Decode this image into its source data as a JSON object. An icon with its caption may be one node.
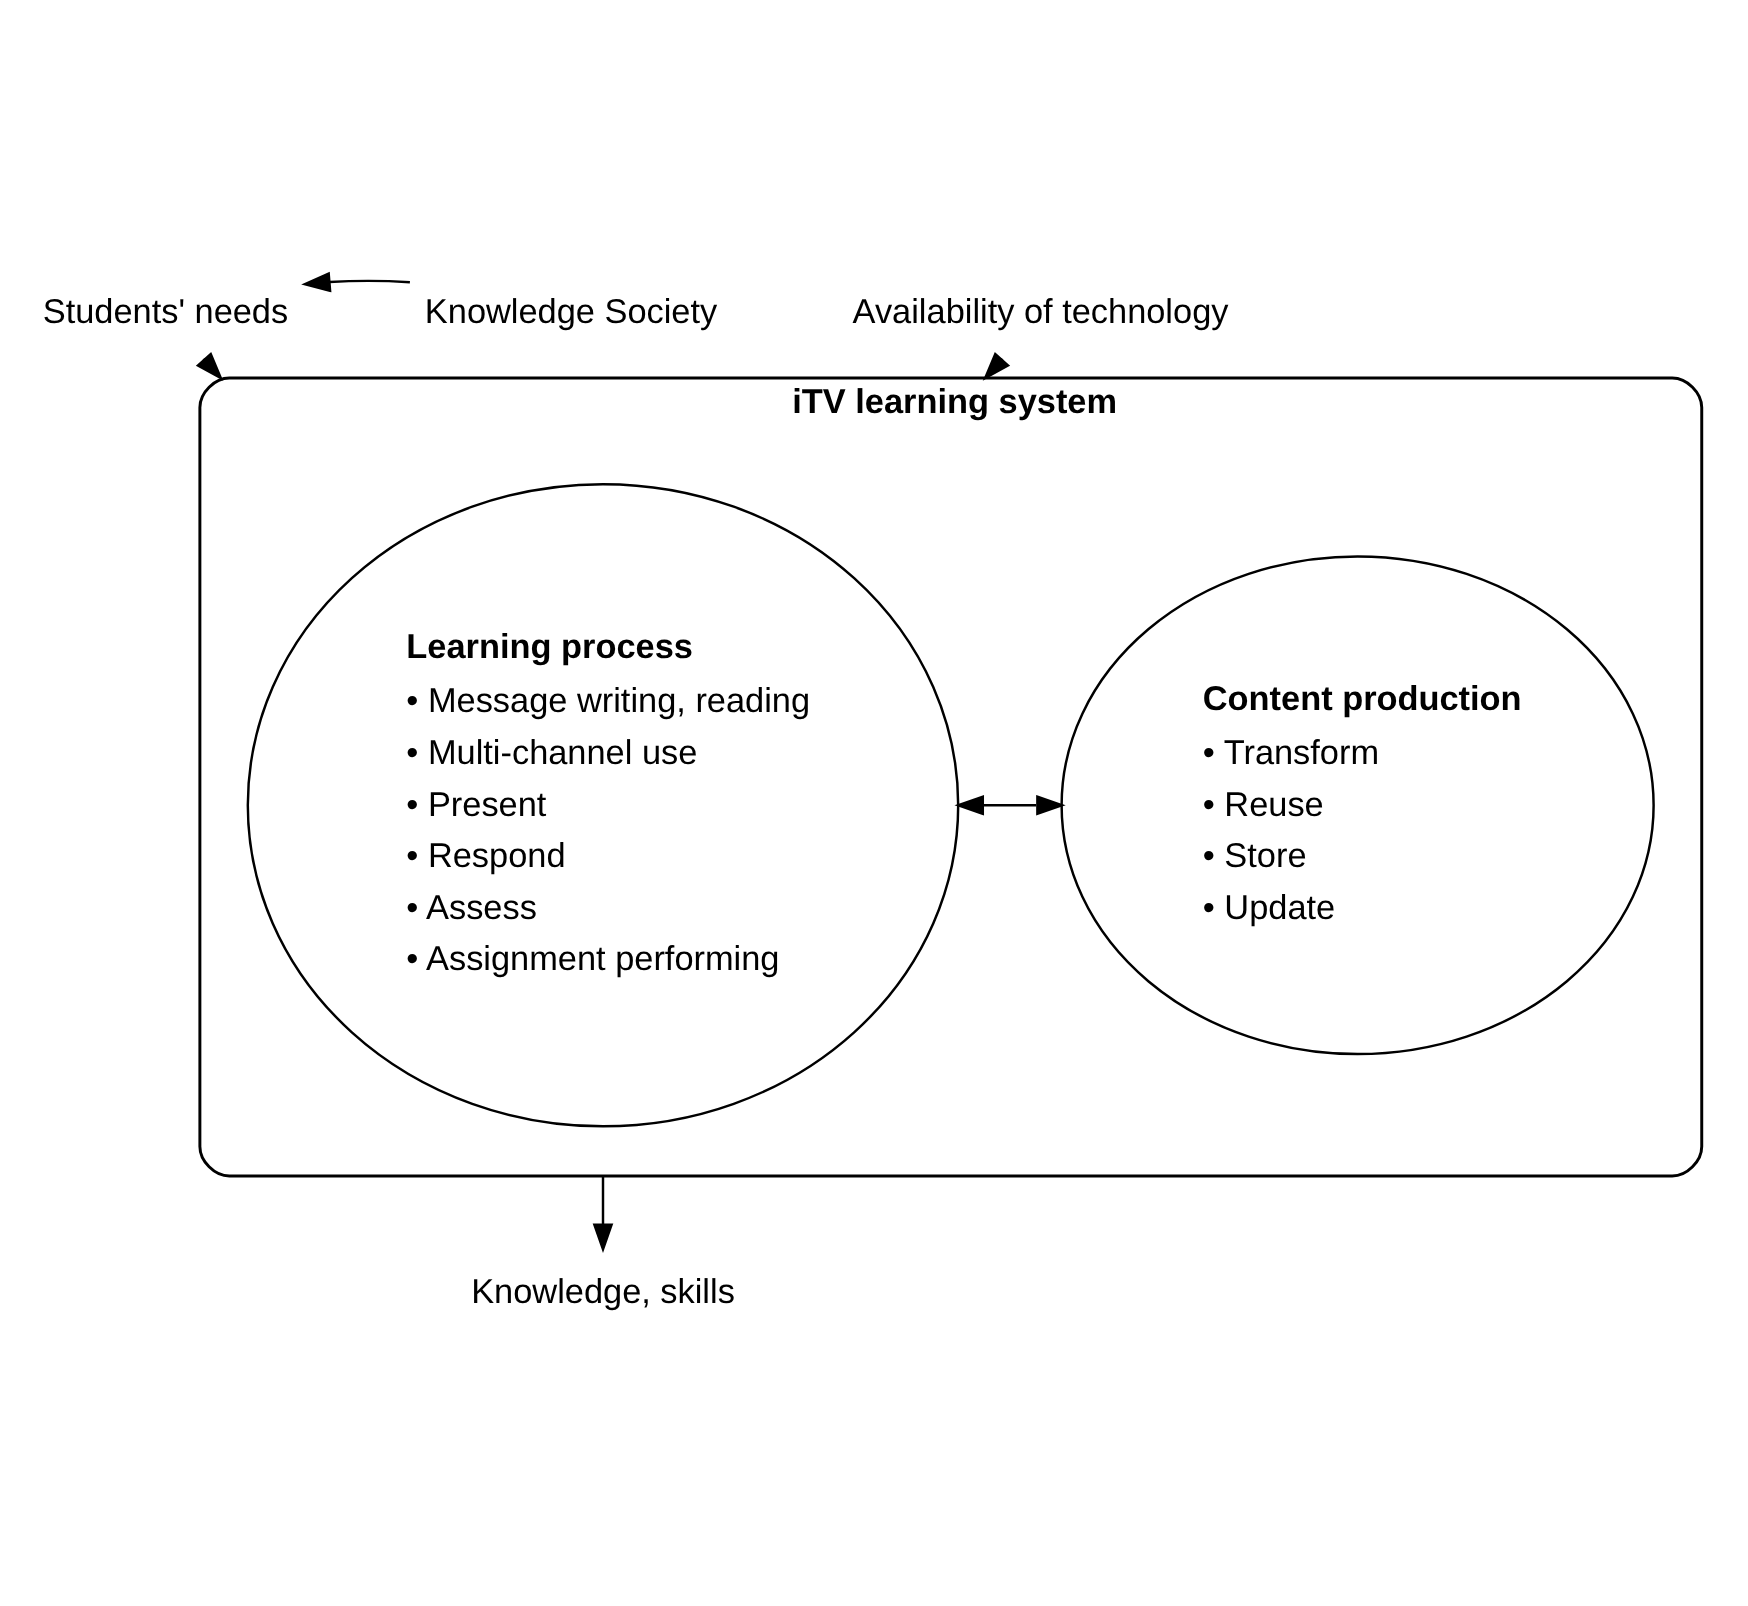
{
  "diagram": {
    "nodes": [
      {
        "text": [
          "Students' needs"
        ]
      },
      {
        "text": [
          "Knowledge Society"
        ]
      },
      {
        "text": [
          "Availability of technology"
        ]
      },
      {
        "text": [
          "iTV learning system"
        ]
      },
      {
        "text": [
          "Learning process",
          "• Message writing, reading",
          "• Multi-channel use",
          "• Present",
          "• Respond",
          "• Assess",
          "• Assignment performing"
        ],
        "in": 3
      },
      {
        "text": [
          "Content production",
          "• Transform",
          "• Reuse",
          "• Store",
          "• Update"
        ],
        "in": 3
      },
      {
        "text": [
          "Knowledge, skills"
        ]
      }
    ],
    "edges": [
      {
        "from": 1,
        "to": 0,
        "arrow": "to"
      },
      {
        "from": 0,
        "to": 3,
        "arrow": "to"
      },
      {
        "from": 2,
        "to": 3,
        "arrow": "to"
      },
      {
        "from": 4,
        "to": 5,
        "arrow": "both"
      },
      {
        "from": 3,
        "to": 6,
        "arrow": "to"
      }
    ]
  }
}
